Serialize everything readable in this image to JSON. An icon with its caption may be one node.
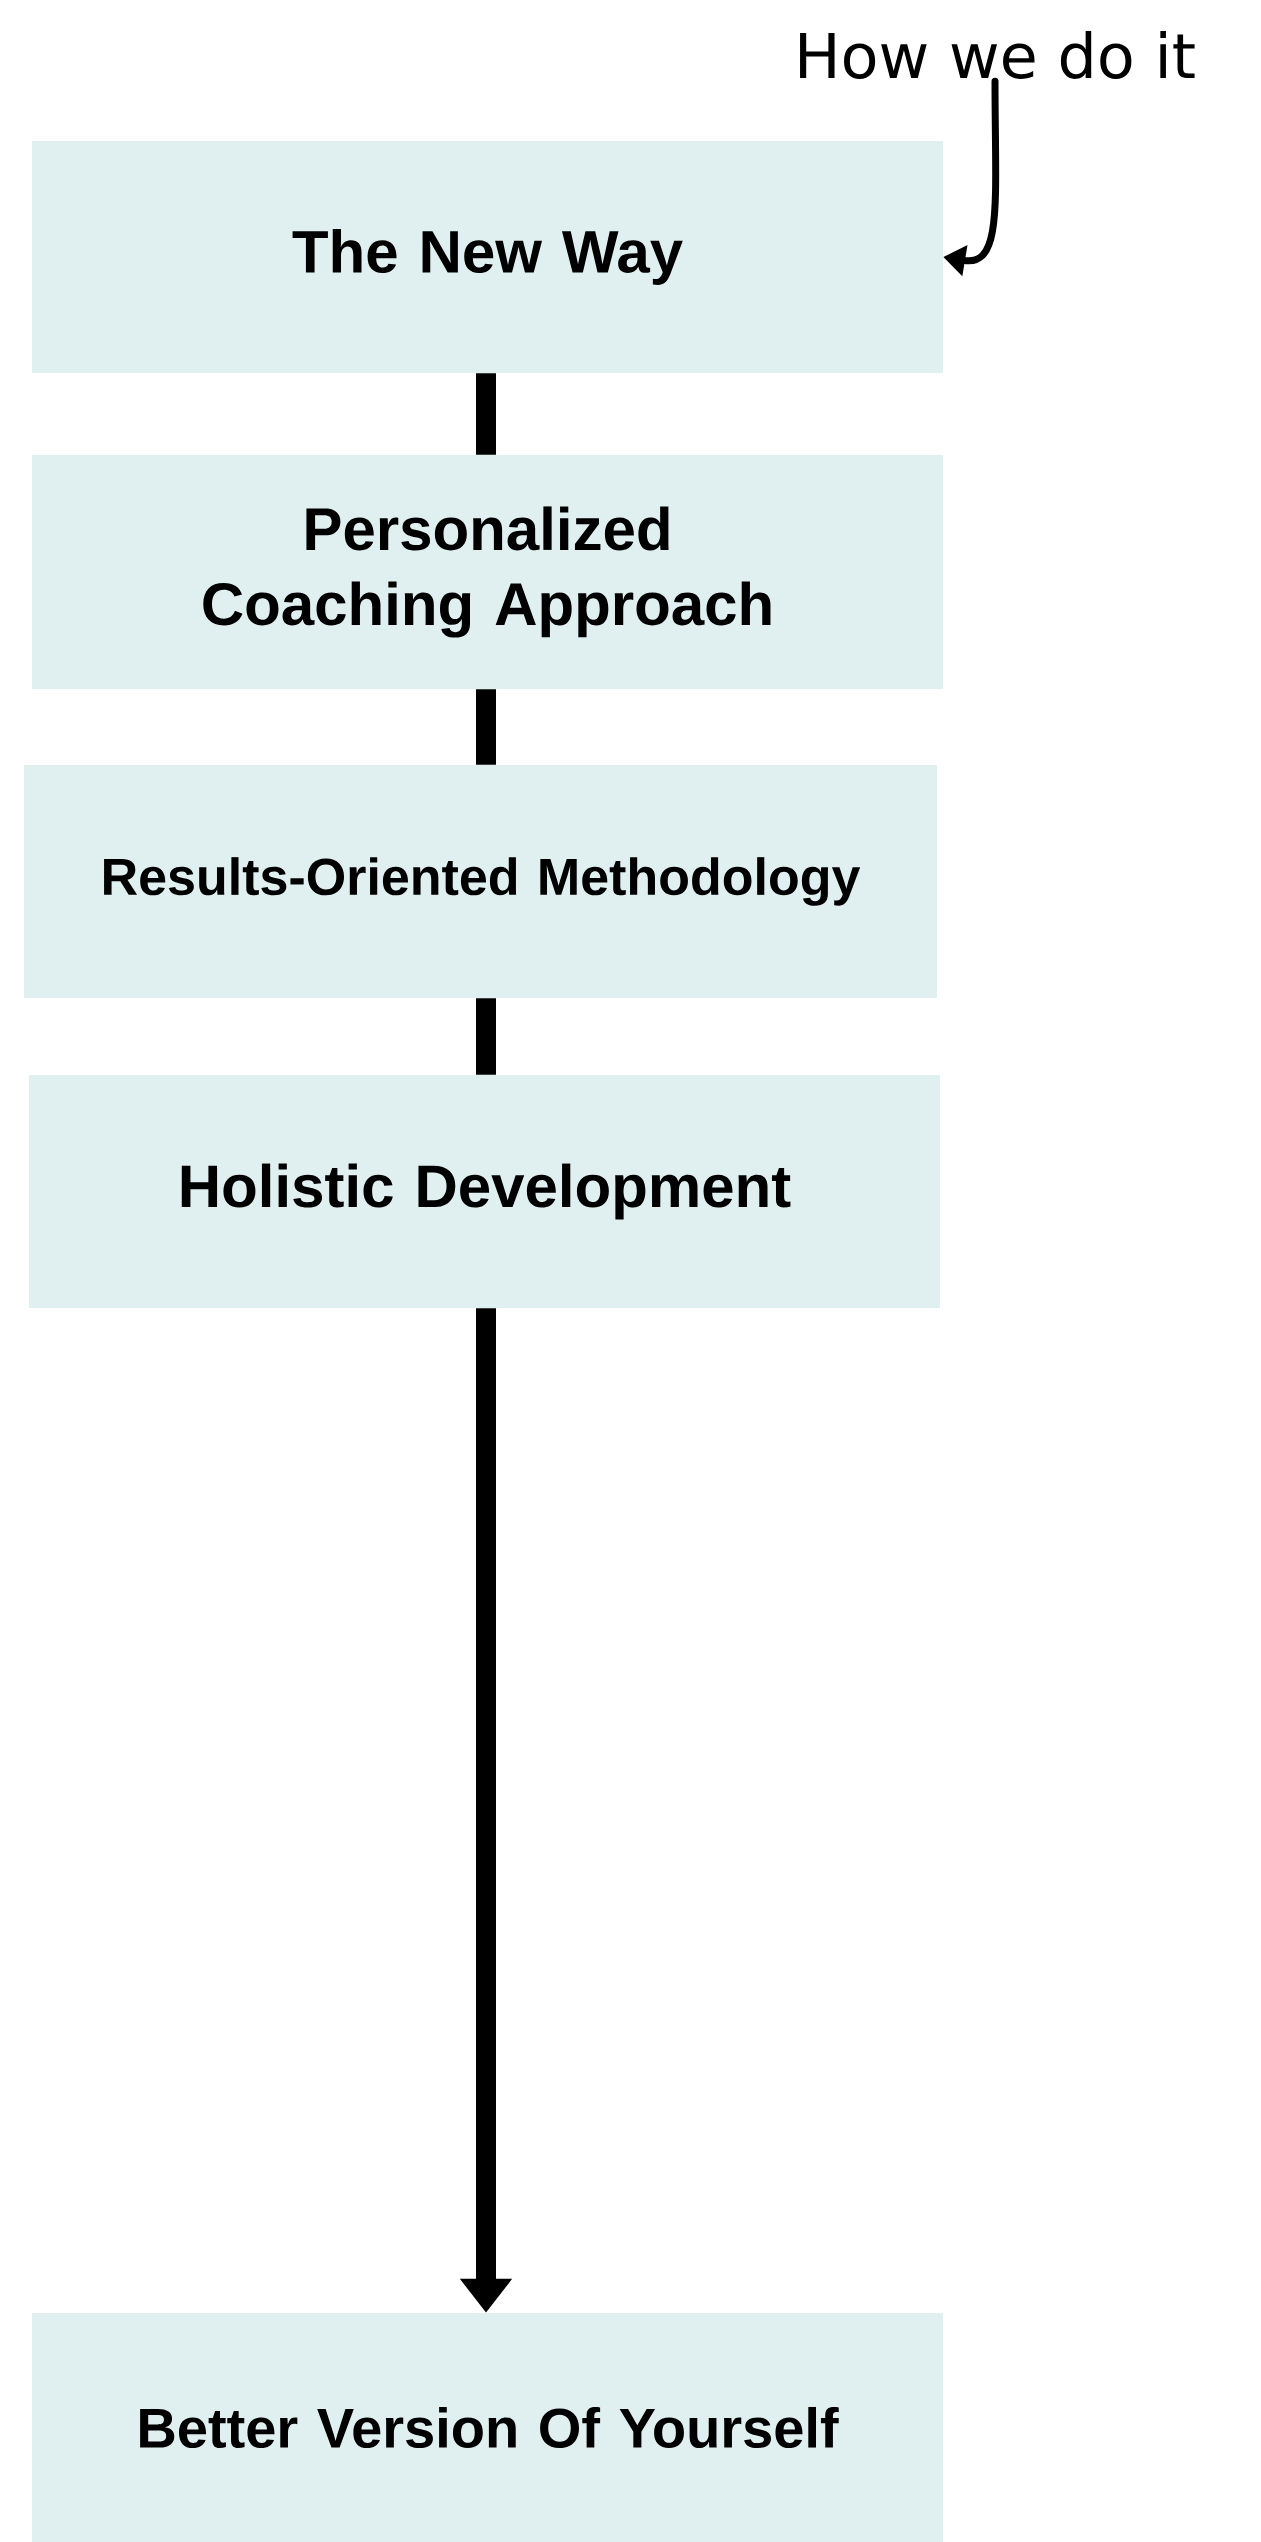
{
  "diagram": {
    "nodes": [
      {
        "text": [
          "The New Way"
        ]
      },
      {
        "text": [
          "Personalized Coaching Approach"
        ]
      },
      {
        "text": [
          "Results-Oriented Methodology"
        ]
      },
      {
        "text": [
          "Holistic Development"
        ]
      },
      {
        "text": [
          "Better Version Of Yourself"
        ]
      },
      {
        "text": [
          "How we do it"
        ]
      }
    ],
    "edges": [
      {
        "from": 0,
        "to": 1,
        "arrow": "none"
      },
      {
        "from": 1,
        "to": 2,
        "arrow": "none"
      },
      {
        "from": 2,
        "to": 3,
        "arrow": "none"
      },
      {
        "from": 3,
        "to": 4,
        "arrow": "to"
      },
      {
        "from": 5,
        "to": 0,
        "arrow": "to"
      }
    ]
  }
}
